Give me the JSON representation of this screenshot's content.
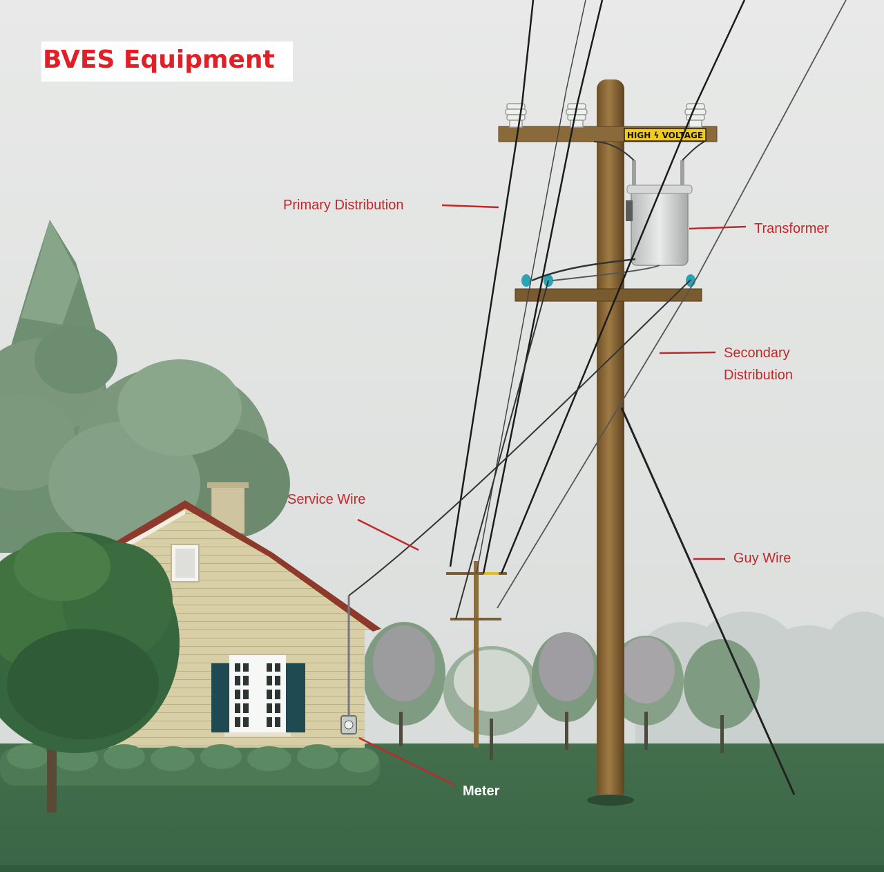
{
  "title": "BVES Equipment",
  "sign": {
    "text": "HIGH ϟ VOLTAGE"
  },
  "labels": {
    "primary_distribution": "Primary Distribution",
    "transformer": "Transformer",
    "secondary_distribution_line1": "Secondary",
    "secondary_distribution_line2": "Distribution",
    "service_wire": "Service Wire",
    "guy_wire": "Guy Wire",
    "meter": "Meter"
  },
  "colors": {
    "label_text": "#c0282b",
    "title_text": "#e01f26",
    "sky": "#e6e8e6",
    "grass": "#3e6a4a",
    "pole": "#8b6a3a",
    "siding": "#d8cfa7",
    "shutters": "#1f4a52",
    "sign": "#f2cc1b"
  }
}
